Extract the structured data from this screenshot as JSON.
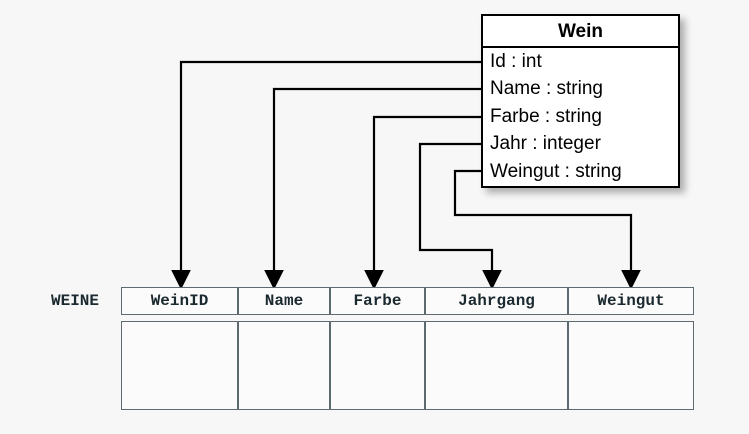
{
  "diagram": {
    "title_visible": false,
    "background_color": "#f7f7f7",
    "line_color": "#000000"
  },
  "class_box": {
    "name": "Wein",
    "attributes": [
      {
        "label": "Id : int",
        "attr": "Id",
        "type": "int"
      },
      {
        "label": "Name : string",
        "attr": "Name",
        "type": "string"
      },
      {
        "label": "Farbe : string",
        "attr": "Farbe",
        "type": "string"
      },
      {
        "label": "Jahr : integer",
        "attr": "Jahr",
        "type": "integer"
      },
      {
        "label": "Weingut : string",
        "attr": "Weingut",
        "type": "string"
      }
    ]
  },
  "relational_table": {
    "label": "WEINE",
    "columns": [
      {
        "header": "WeinID"
      },
      {
        "header": "Name"
      },
      {
        "header": "Farbe"
      },
      {
        "header": "Jahrgang"
      },
      {
        "header": "Weingut"
      }
    ],
    "rows": [
      {
        "cells": [
          "",
          "",
          "",
          "",
          ""
        ]
      }
    ],
    "border_color": "#5d6b70"
  },
  "mappings": [
    {
      "from": "Id",
      "to": "WeinID"
    },
    {
      "from": "Name",
      "to": "Name"
    },
    {
      "from": "Farbe",
      "to": "Farbe"
    },
    {
      "from": "Jahr",
      "to": "Jahrgang"
    },
    {
      "from": "Weingut",
      "to": "Weingut"
    }
  ]
}
